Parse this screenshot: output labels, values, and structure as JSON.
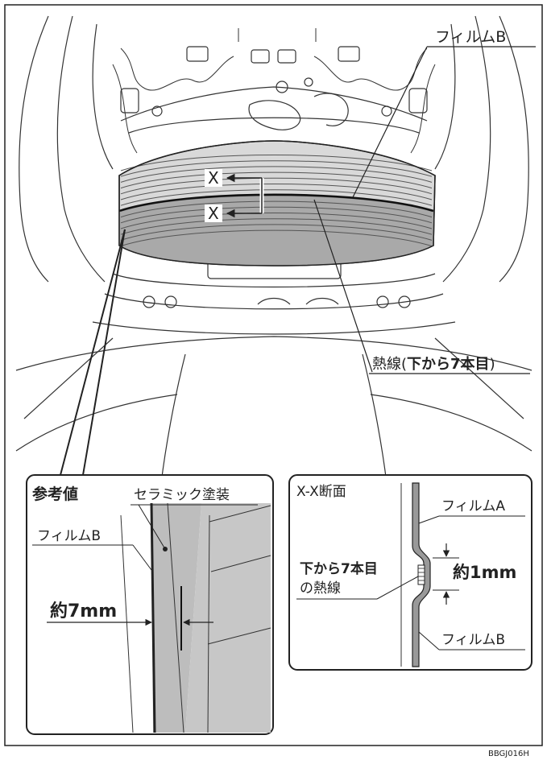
{
  "main_view": {
    "film_b_label": "フィルムB",
    "wire_label_prefix": "熱線(",
    "wire_label_bold": "下から7本目",
    "wire_label_suffix": ")",
    "section_marker": "X"
  },
  "detail_reference": {
    "title": "参考値",
    "ceramic_label": "セラミック塗装",
    "film_b_label": "フィルムB",
    "dimension": "約7mm"
  },
  "detail_section": {
    "title": "X-X断面",
    "film_a_label": "フィルムA",
    "film_b_label": "フィルムB",
    "wire_bold": "下から7本目",
    "wire_suffix": "の熱線",
    "dimension": "約1mm"
  },
  "figure_code": "BBGJ016H"
}
